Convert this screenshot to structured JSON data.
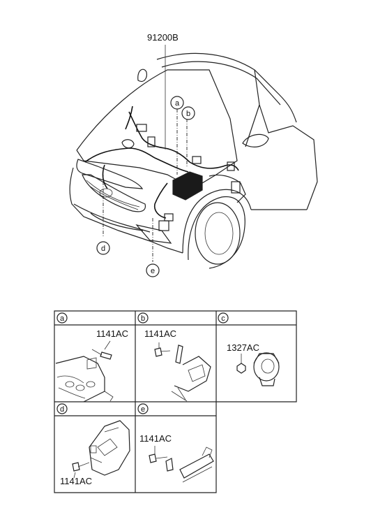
{
  "main": {
    "part_number": "91200B",
    "callouts": [
      "a",
      "b",
      "d",
      "e"
    ]
  },
  "table": {
    "cells": [
      {
        "letter": "a",
        "part": "1141AC"
      },
      {
        "letter": "b",
        "part": "1141AC"
      },
      {
        "letter": "c",
        "part": "1327AC"
      },
      {
        "letter": "d",
        "part": "1141AC"
      },
      {
        "letter": "e",
        "part": "1141AC"
      }
    ]
  }
}
